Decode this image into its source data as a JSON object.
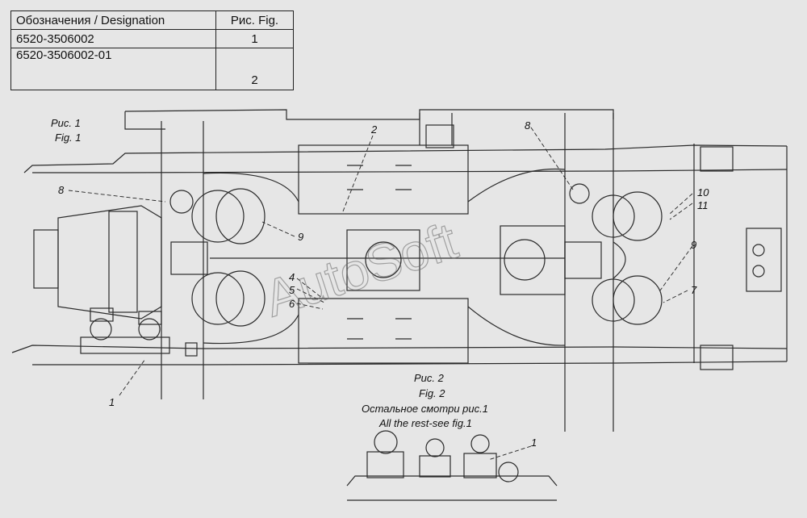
{
  "table": {
    "header": {
      "designation": "Обозначения / Designation",
      "fig": "Рис. Fig."
    },
    "rows": [
      {
        "designation": "6520-3506002",
        "fig": "1"
      },
      {
        "designation": "6520-3506002-01",
        "fig": "2"
      }
    ]
  },
  "captions": {
    "fig1_ru": "Рис. 1",
    "fig1_en": "Fig. 1",
    "fig2_ru": "Рис. 2",
    "fig2_en": "Fig. 2",
    "rest_ru": "Остальное смотри рис.1",
    "rest_en": "All the rest-see fig.1"
  },
  "callouts": {
    "c1a": "1",
    "c1b": "1",
    "c2": "2",
    "c4": "4",
    "c5": "5",
    "c6": "6",
    "c7": "7",
    "c8a": "8",
    "c8b": "8",
    "c9a": "9",
    "c9b": "9",
    "c10": "10",
    "c11": "11"
  },
  "watermark": "AutoSoft",
  "colors": {
    "background": "#e6e6e6",
    "line": "#222222"
  }
}
